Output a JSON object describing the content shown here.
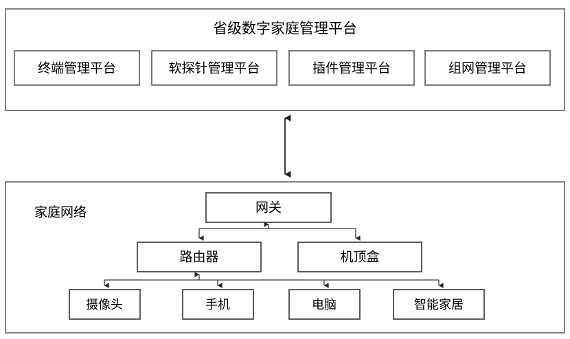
{
  "diagram": {
    "title": "省级数字家庭管理平台",
    "platform_panel": {
      "label": "省级数字家庭管理平台",
      "boxes": [
        {
          "label": "终端管理平台"
        },
        {
          "label": "软探针管理平台"
        },
        {
          "label": "插件管理平台"
        },
        {
          "label": "组网管理平台"
        }
      ]
    },
    "home_panel": {
      "label": "家庭网络",
      "gateway": {
        "label": "网关"
      },
      "tier2": [
        {
          "label": "路由器"
        },
        {
          "label": "机顶盒"
        }
      ],
      "devices": [
        {
          "label": "摄像头"
        },
        {
          "label": "手机"
        },
        {
          "label": "电脑"
        },
        {
          "label": "智能家居"
        }
      ]
    },
    "connectors": {
      "platform_to_home": "double-arrow-vertical",
      "gateway_to_tier2": "branch-down",
      "router_to_devices": "branch-down"
    },
    "colors": {
      "panel_border": "#808080",
      "node_border": "#595959",
      "connector": "#3a3a3a",
      "background": "#ffffff",
      "text": "#000000"
    }
  }
}
